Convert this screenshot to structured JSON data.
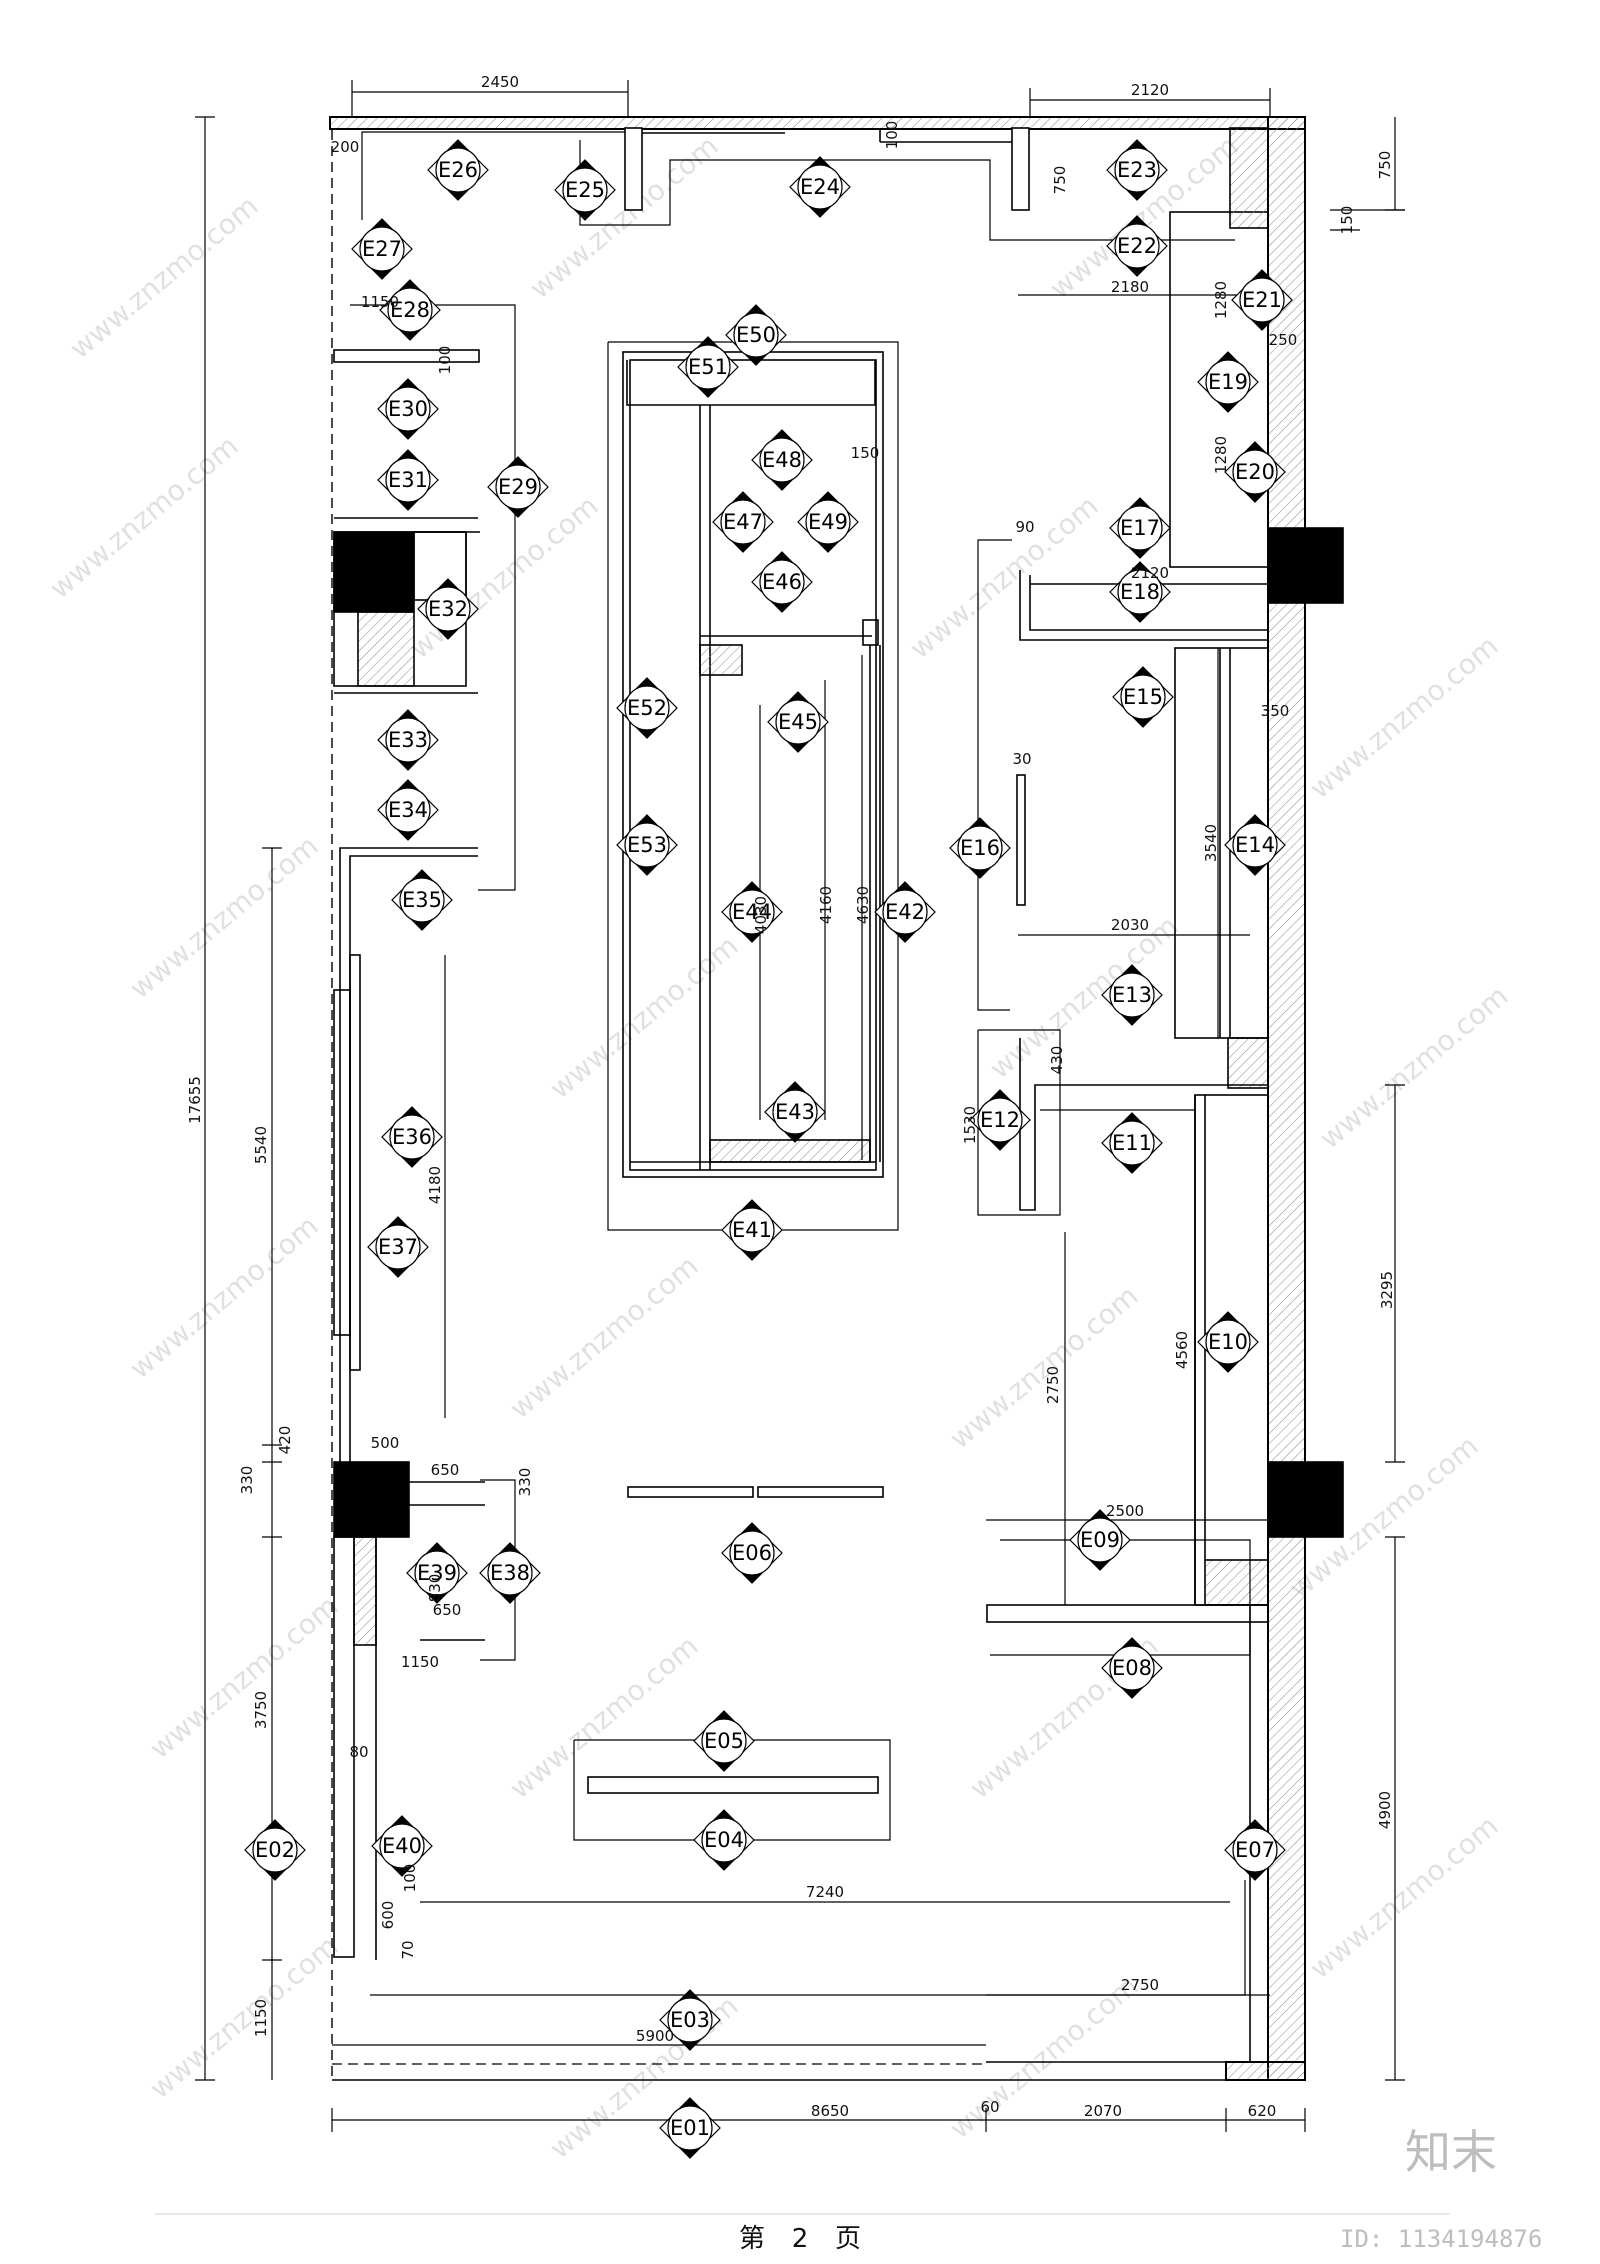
{
  "elevation_tags": [
    "E01",
    "E02",
    "E03",
    "E04",
    "E05",
    "E06",
    "E07",
    "E08",
    "E09",
    "E10",
    "E11",
    "E12",
    "E13",
    "E14",
    "E15",
    "E16",
    "E17",
    "E18",
    "E19",
    "E20",
    "E21",
    "E22",
    "E23",
    "E24",
    "E25",
    "E26",
    "E27",
    "E28",
    "E29",
    "E30",
    "E31",
    "E32",
    "E33",
    "E34",
    "E35",
    "E36",
    "E37",
    "E38",
    "E39",
    "E40",
    "E41",
    "E42",
    "E43",
    "E44",
    "E45",
    "E46",
    "E47",
    "E48",
    "E49",
    "E50",
    "E51",
    "E52",
    "E53"
  ],
  "dimensions": {
    "top_2450": "2450",
    "top_2120": "2120",
    "top_750": "750",
    "side_750": "750",
    "side_150": "150",
    "d_200": "200",
    "d_100_top": "100",
    "d_1150_top": "1150",
    "d_100_e30": "100",
    "d_2180": "2180",
    "d_1280_a": "1280",
    "d_1280_b": "1280",
    "d_250": "250",
    "d_150_e48": "150",
    "d_90": "90",
    "d_2120_e18": "2120",
    "d_350": "350",
    "d_30": "30",
    "d_3540": "3540",
    "d_2030": "2030",
    "d_4030": "4030",
    "d_4160": "4160",
    "d_4630": "4630",
    "d_430": "430",
    "d_1530": "1530",
    "d_3295": "3295",
    "d_4560": "4560",
    "d_2750_mid": "2750",
    "d_2500": "2500",
    "total_17655": "17655",
    "d_5540": "5540",
    "d_4180": "4180",
    "d_420": "420",
    "d_330_left": "330",
    "d_500": "500",
    "d_650_a": "650",
    "d_330_right": "330",
    "d_830": "830",
    "d_650_b": "650",
    "d_1150_bottom": "1150",
    "d_3750": "3750",
    "d_80": "80",
    "d_4900": "4900",
    "d_100_bottom": "100",
    "d_600": "600",
    "d_70": "70",
    "d_7240": "7240",
    "d_1150_left": "1150",
    "d_2750_bottom": "2750",
    "d_5900": "5900",
    "d_60": "60",
    "d_8650": "8650",
    "d_2070": "2070",
    "d_620": "620"
  },
  "footer": {
    "page_label_left": "第",
    "page_number": "2",
    "page_label_right": "页"
  },
  "watermark": {
    "site": "www.znzmo.com",
    "brand": "知末",
    "id": "ID: 1134194876"
  },
  "colors": {
    "line": "#000000",
    "hatch": "#999999",
    "watermark": "#c8c8c8"
  }
}
